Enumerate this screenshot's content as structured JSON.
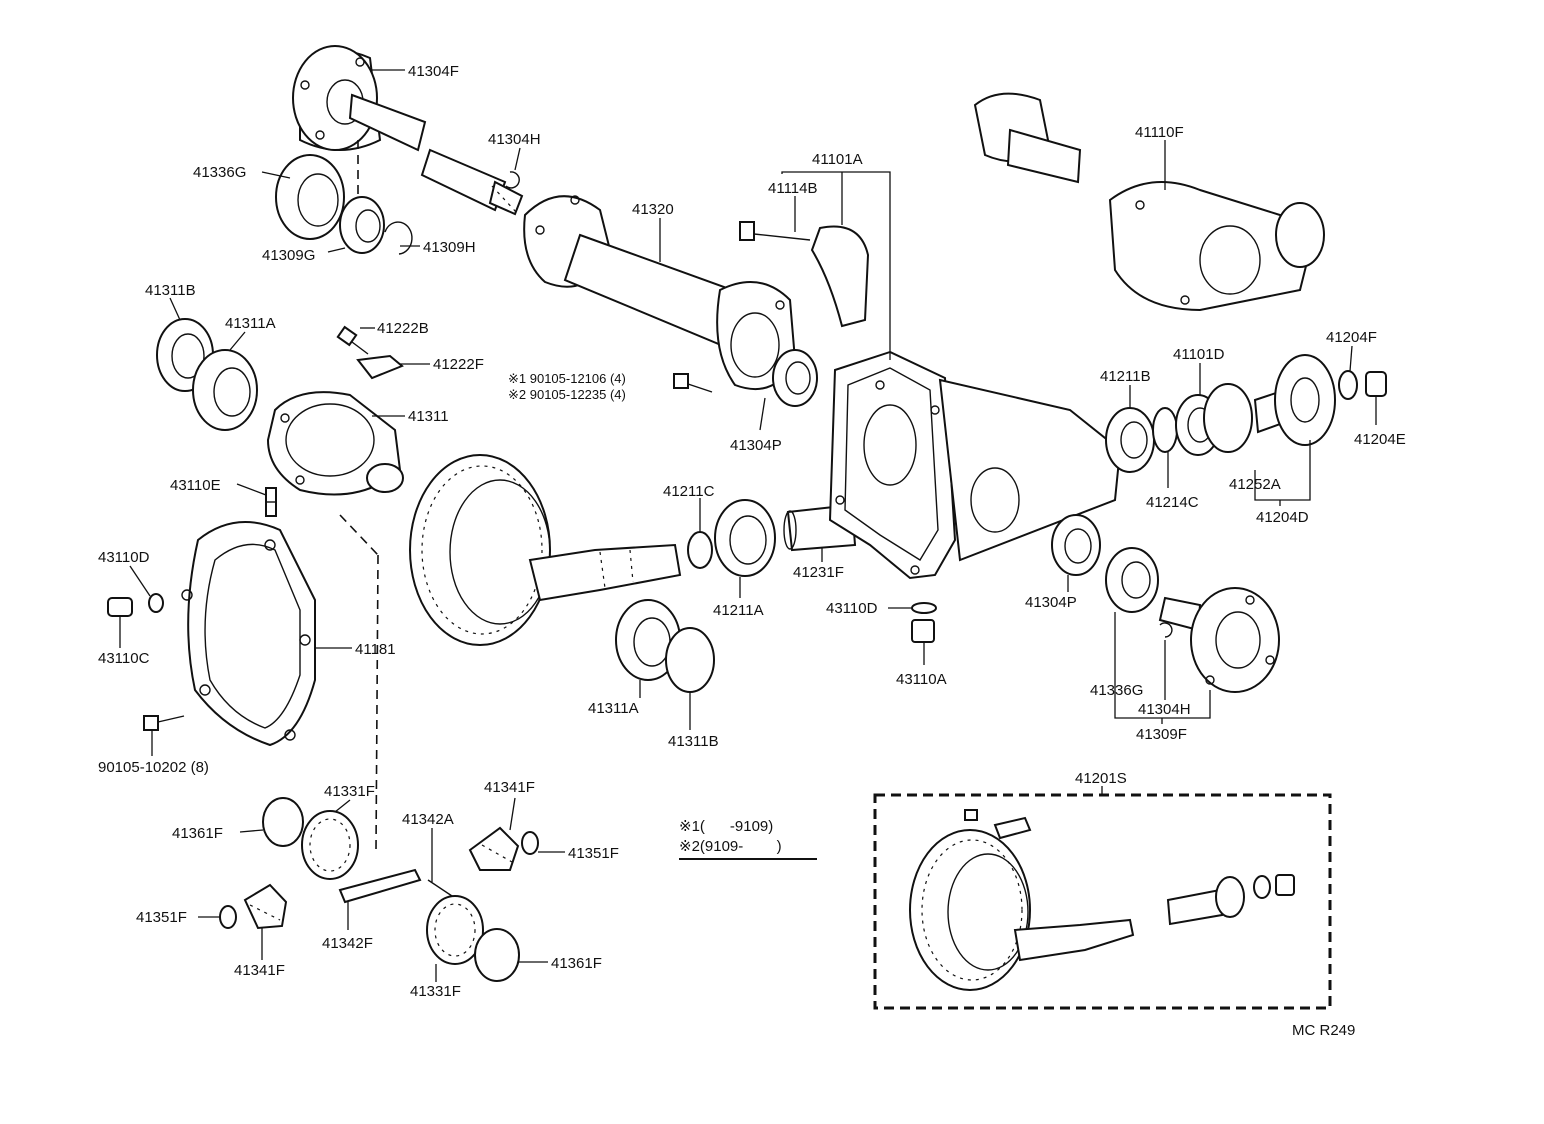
{
  "part_numbers": {
    "p41304F_top": "41304F",
    "p41304H_top": "41304H",
    "p41336G_top": "41336G",
    "p41309G": "41309G",
    "p41309H": "41309H",
    "p41311B_top": "41311B",
    "p41311A_top": "41311A",
    "p41222B": "41222B",
    "p41222F": "41222F",
    "p41311": "41311",
    "p43110E": "43110E",
    "p43110D_left": "43110D",
    "p43110C": "43110C",
    "p41181": "41181",
    "p90105_10202": "90105-10202 (8)",
    "p41320": "41320",
    "p41114B": "41114B",
    "p41101A": "41101A",
    "p41110F": "41110F",
    "p41304P_top": "41304P",
    "p41211C": "41211C",
    "p41211A": "41211A",
    "p41231F": "41231F",
    "p41311A_bot": "41311A",
    "p41311B_bot": "41311B",
    "p43110D_mid": "43110D",
    "p43110A": "43110A",
    "p41304P_bot": "41304P",
    "p41211B": "41211B",
    "p41101D": "41101D",
    "p41214C": "41214C",
    "p41204F": "41204F",
    "p41204E": "41204E",
    "p41252A": "41252A",
    "p41204D": "41204D",
    "p41336G_bot": "41336G",
    "p41304H_bot": "41304H",
    "p41309F": "41309F",
    "p41331F_top": "41331F",
    "p41361F_left": "41361F",
    "p41342A": "41342A",
    "p41341F_top": "41341F",
    "p41351F_right": "41351F",
    "p41351F_left": "41351F",
    "p41341F_bot": "41341F",
    "p41342F": "41342F",
    "p41331F_bot": "41331F",
    "p41361F_right": "41361F",
    "p41201S": "41201S"
  },
  "bolt_refs": {
    "ref1": "※1 90105-12106 (4)",
    "ref2": "※2 90105-12235 (4)"
  },
  "note": {
    "line1": "※1(      -9109)",
    "line2": "※2(9109-        )"
  },
  "code": "MC R249"
}
